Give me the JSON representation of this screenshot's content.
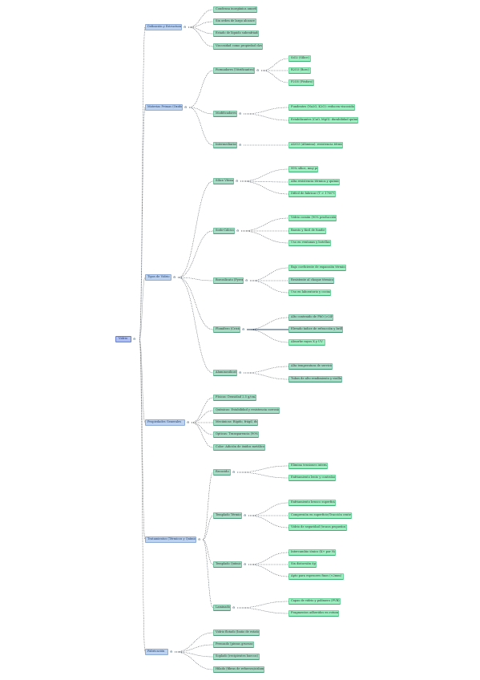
{
  "root": "Vidrio",
  "categories": [
    {
      "label": "Definición y Estructura",
      "children": [
        {
          "label": "Condensa inorgánica amorfa"
        },
        {
          "label": "Sin orden de largo alcance"
        },
        {
          "label": "Estado de líquido subenfriado"
        },
        {
          "label": "Viscosidad como propiedad clave"
        }
      ]
    },
    {
      "label": "Materias Primas (Óxidos)",
      "children": [
        {
          "label": "Formadores (Vitrificantes)",
          "children": [
            {
              "label": "SiO2 (Sílice)"
            },
            {
              "label": "B2O3 (Boro)"
            },
            {
              "label": "P2O5 (Fósforo)"
            }
          ]
        },
        {
          "label": "Modificadores",
          "children": [
            {
              "label": "Fundentes (Na2O, K2O): reducen viscosidad"
            },
            {
              "label": "Estabilizantes (CaO, MgO): durabilidad química"
            }
          ]
        },
        {
          "label": "Intermediarios",
          "children": [
            {
              "label": "Al2O3 (Alúmina): resistencia térmica"
            }
          ]
        }
      ]
    },
    {
      "label": "Tipos de Vidrio",
      "children": [
        {
          "label": "Sílice Vítrea",
          "children": [
            {
              "label": "99% sílice, muy puro"
            },
            {
              "label": "Alta resistencia térmica y química"
            },
            {
              "label": "Difícil de fabricar (T > 1700°C)"
            }
          ]
        },
        {
          "label": "Sodo-Cálcico",
          "children": [
            {
              "label": "Vidrio común (90% producción)"
            },
            {
              "label": "Barato y fácil de fundir"
            },
            {
              "label": "Uso en ventanas y botellas"
            }
          ]
        },
        {
          "label": "Borosilicato (Pyrex)",
          "children": [
            {
              "label": "Bajo coeficiente de expansión térmica"
            },
            {
              "label": "Resistente al choque térmico"
            },
            {
              "label": "Uso en laboratorio y cocina"
            }
          ]
        },
        {
          "label": "Plomífero (Cristal)",
          "children": [
            {
              "label": "Alto contenido de PbO (>24%)"
            },
            {
              "label": "Elevado índice de refracción y brillo"
            },
            {
              "label": "Absorbe rayos X y UV"
            }
          ]
        },
        {
          "label": "Aluminosilicato",
          "children": [
            {
              "label": "Alta temperatura de servicio"
            },
            {
              "label": "Tubos de alto rendimiento y visillas"
            }
          ]
        }
      ]
    },
    {
      "label": "Propiedades Generales",
      "children": [
        {
          "label": "Físicas: Densidad 2.5 g/cm3"
        },
        {
          "label": "Químicas: Estabilidad y resistencia corrosión"
        },
        {
          "label": "Mecánicas: Rígido, frágil, duro"
        },
        {
          "label": "Ópticas: Transparencia (90% luz)"
        },
        {
          "label": "Color: Adición de óxidos metálicos"
        }
      ]
    },
    {
      "label": "Tratamientos (Térmicos y Químicos)",
      "children": [
        {
          "label": "Recocido",
          "children": [
            {
              "label": "Elimina tensiones internas"
            },
            {
              "label": "Enfriamiento lento y controlado"
            }
          ]
        },
        {
          "label": "Templado Térmico",
          "children": [
            {
              "label": "Enfriamiento brusco superficial"
            },
            {
              "label": "Compresión en superficie/Tracción centro"
            },
            {
              "label": "Vidrio de seguridad (trozos pequeños)"
            }
          ]
        },
        {
          "label": "Templado Químico",
          "children": [
            {
              "label": "Intercambio iónico (K+ por Na+)"
            },
            {
              "label": "Sin distorsión óptica"
            },
            {
              "label": "Apto para espesores finos (<2mm)"
            }
          ]
        },
        {
          "label": "Laminado",
          "children": [
            {
              "label": "Capas de vidrio y polímero (PVB)"
            },
            {
              "label": "Fragmentos adheridos en rotura"
            }
          ]
        }
      ]
    },
    {
      "label": "Fabricación",
      "children": [
        {
          "label": "Vidrio flotado (baño de estaño)"
        },
        {
          "label": "Prensado (piezas gruesas)"
        },
        {
          "label": "Soplado (recipientes huecos)"
        },
        {
          "label": "Hilado (fibras de refuerzo/aislam)"
        }
      ]
    }
  ]
}
